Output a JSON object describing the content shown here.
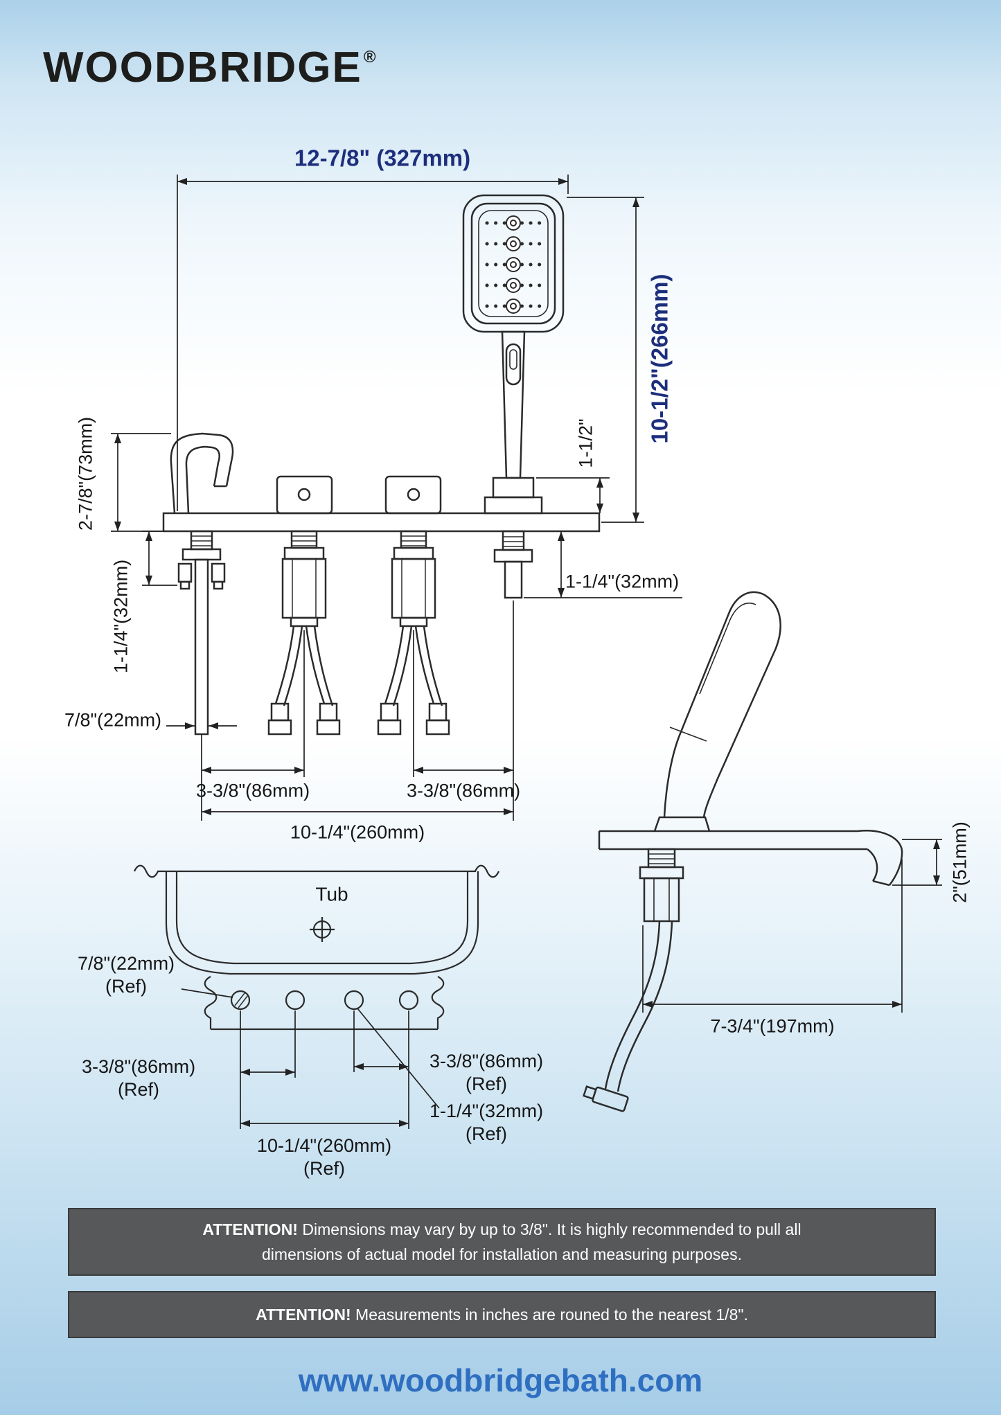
{
  "brand": {
    "name": "WOODBRIDGE",
    "mark": "®"
  },
  "dims": {
    "top_width": "12-7/8\" (327mm)",
    "overall_height": "10-1/2\"(266mm)",
    "handle_height": "1-1/2\"",
    "spout_height": "2-7/8\"(73mm)",
    "left_depth": "1-1/4\"(32mm)",
    "right_depth": "1-1/4\"(32mm)",
    "pipe_width": "7/8\"(22mm)",
    "spacing_left": "3-3/8\"(86mm)",
    "spacing_right": "3-3/8\"(86mm)",
    "total_spacing": "10-1/4\"(260mm)",
    "tub_label": "Tub",
    "ref_hole": {
      "value": "7/8\"(22mm)",
      "ref": "(Ref)"
    },
    "ref_spacing_left": {
      "value": "3-3/8\"(86mm)",
      "ref": "(Ref)"
    },
    "ref_spacing_right": {
      "value": "3-3/8\"(86mm)",
      "ref": "(Ref)"
    },
    "ref_valve_hole": {
      "value": "1-1/4\"(32mm)",
      "ref": "(Ref)"
    },
    "ref_total": {
      "value": "10-1/4\"(260mm)",
      "ref": "(Ref)"
    },
    "spout_drop": "2\"(51mm)",
    "side_depth": "7-3/4\"(197mm)"
  },
  "notes": {
    "box1": {
      "label": "ATTENTION!",
      "text": "Dimensions may vary by up to 3/8\". It is highly recommended to pull all dimensions of actual model for installation and measuring purposes."
    },
    "box2": {
      "label": "ATTENTION!",
      "text": "Measurements in inches are rouned to the nearest 1/8\"."
    }
  },
  "footer": {
    "url": "www.woodbridgebath.com"
  }
}
